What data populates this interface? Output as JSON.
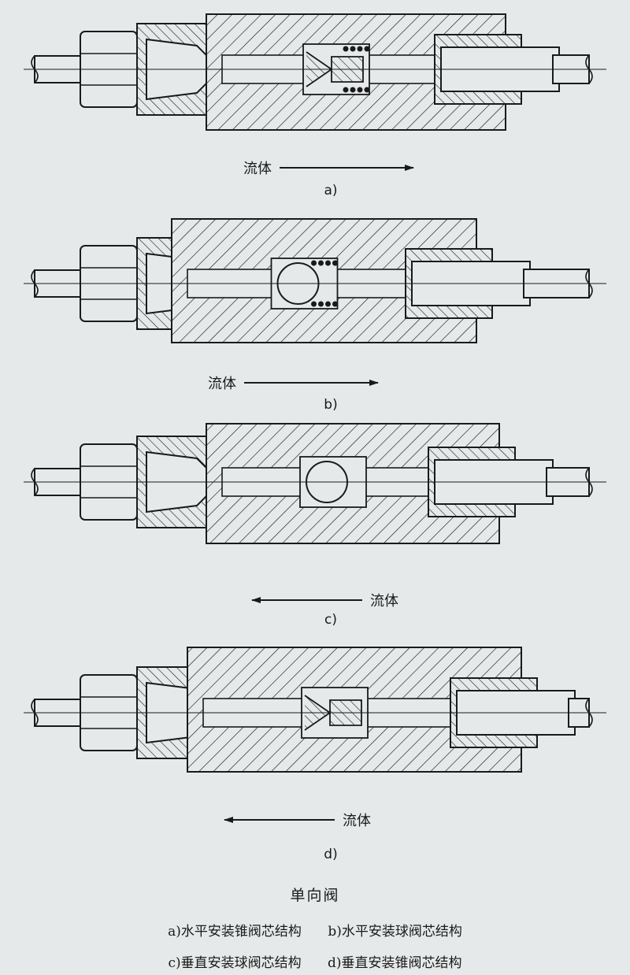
{
  "figures": [
    {
      "id": "a",
      "sublabel": "a)",
      "flow_label": "流体",
      "flow_direction": "right",
      "core": "cone"
    },
    {
      "id": "b",
      "sublabel": "b)",
      "flow_label": "流体",
      "flow_direction": "right",
      "core": "ball"
    },
    {
      "id": "c",
      "sublabel": "c)",
      "flow_label": "流体",
      "flow_direction": "left",
      "core": "ball"
    },
    {
      "id": "d",
      "sublabel": "d)",
      "flow_label": "流体",
      "flow_direction": "left",
      "core": "cone"
    }
  ],
  "caption": {
    "title": "单向阀",
    "items": [
      "a)水平安装锥阀芯结构",
      "b)水平安装球阀芯结构",
      "c)垂直安装球阀芯结构",
      "d)垂直安装锥阀芯结构"
    ]
  },
  "colors": {
    "ink": "#1a1a1a",
    "paper": "#e6e9ea"
  }
}
